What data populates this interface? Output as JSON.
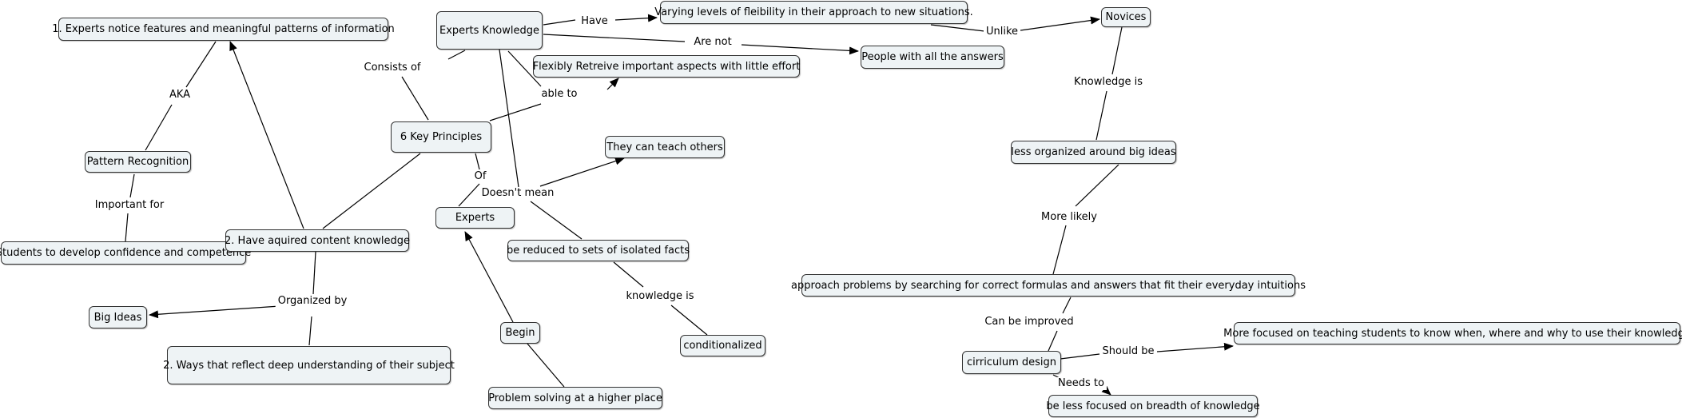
{
  "nodes": {
    "experts_knowledge": "Experts Knowledge",
    "varying_levels": "Varying levels of fleibility in their approach to new situations.",
    "novices": "Novices",
    "people_answers": "People with all the answers",
    "flexibly_retrieve": "Flexibly Retreive important aspects with little effort",
    "experts_notice": "1. Experts notice features and meaningful patterns of information",
    "pattern_recognition": "Pattern Recognition",
    "students_confidence": "Students to develop confidence and competence",
    "six_principles": "6 Key Principles",
    "teach_others": "They can teach others",
    "less_organized": "less organized around big ideas",
    "experts": "Experts",
    "content_knowledge": "2. Have aquired content knowledge",
    "isolated_facts": "be reduced to sets of isolated facts",
    "approach_problems": "approach problems by searching for correct formulas and answers that fit their everyday intuitions",
    "big_ideas": "Big Ideas",
    "begin": "Begin",
    "more_focused": "More focused on teaching students to know when, where and why to use their knowledge",
    "conditionalized": "conditionalized",
    "curriculum_design": "cirriculum design",
    "ways_reflect": "2. Ways that reflect deep understanding of their subject",
    "problem_solving": "Problem solving at a higher place",
    "less_focused": "be less focused on breadth of knowledge"
  },
  "links": {
    "have": "Have",
    "unlike": "Unlike",
    "are_not": "Are not",
    "consists_of": "Consists of",
    "able_to": "able to",
    "aka": "AKA",
    "knowledge_is_1": "Knowledge is",
    "of": "Of",
    "doesnt_mean": "Doesn't mean",
    "important_for": "Important for",
    "more_likely": "More likely",
    "organized_by": "Organized by",
    "knowledge_is_2": "knowledge is",
    "can_be_improved": "Can be improved",
    "should_be": "Should be",
    "needs_to": "Needs to"
  }
}
